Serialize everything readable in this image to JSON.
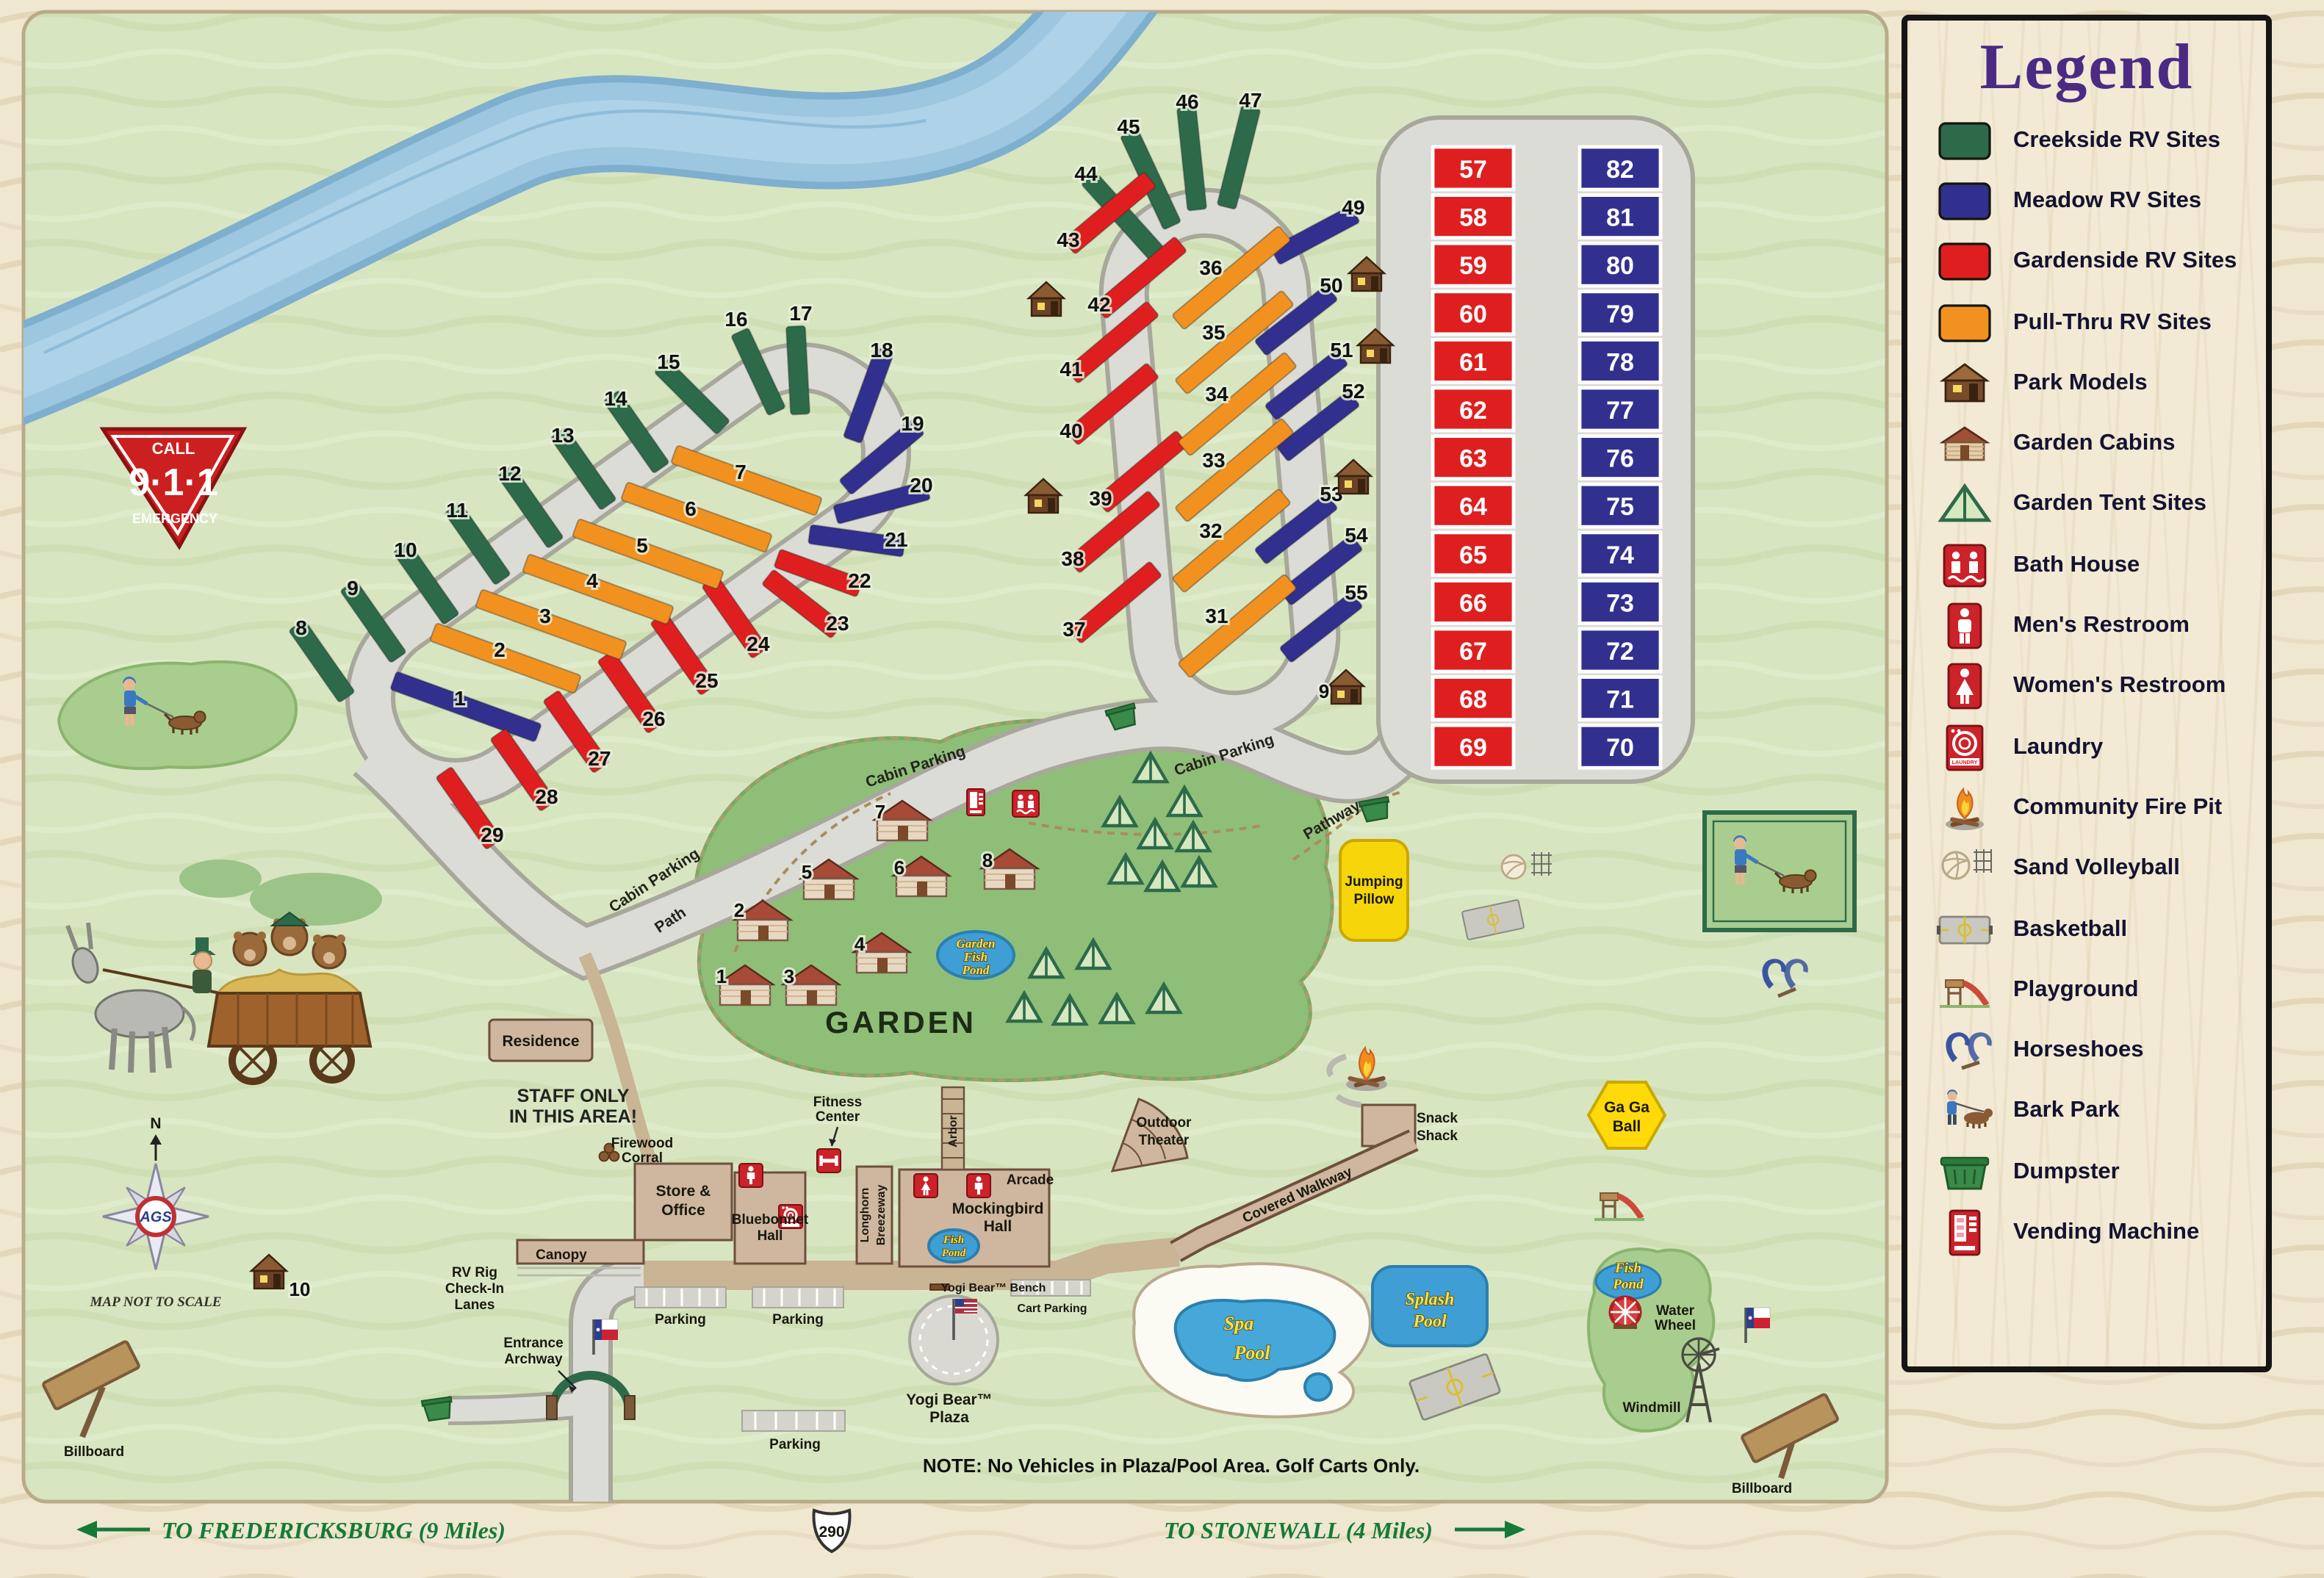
{
  "legend": {
    "title": "Legend",
    "items": [
      {
        "id": "creekside",
        "label": "Creekside RV Sites",
        "icon": "swatch",
        "color": "#2d6a4a"
      },
      {
        "id": "meadow",
        "label": "Meadow RV Sites",
        "icon": "swatch",
        "color": "#32308e"
      },
      {
        "id": "gardenside",
        "label": "Gardenside RV Sites",
        "icon": "swatch",
        "color": "#df1f1f"
      },
      {
        "id": "pullthru",
        "label": "Pull-Thru RV Sites",
        "icon": "swatch",
        "color": "#f09120"
      },
      {
        "id": "park-models",
        "label": "Park Models",
        "icon": "park-model"
      },
      {
        "id": "garden-cabins",
        "label": "Garden Cabins",
        "icon": "garden-cabin"
      },
      {
        "id": "garden-tents",
        "label": "Garden Tent Sites",
        "icon": "tent"
      },
      {
        "id": "bath-house",
        "label": "Bath House",
        "icon": "bath-house"
      },
      {
        "id": "mens-restroom",
        "label": "Men's Restroom",
        "icon": "mens"
      },
      {
        "id": "womens-restroom",
        "label": "Women's Restroom",
        "icon": "womens"
      },
      {
        "id": "laundry",
        "label": "Laundry",
        "icon": "laundry"
      },
      {
        "id": "fire-pit",
        "label": "Community Fire Pit",
        "icon": "fire"
      },
      {
        "id": "volleyball",
        "label": "Sand Volleyball",
        "icon": "volleyball"
      },
      {
        "id": "basketball",
        "label": "Basketball",
        "icon": "basketball"
      },
      {
        "id": "playground",
        "label": "Playground",
        "icon": "playground"
      },
      {
        "id": "horseshoes",
        "label": "Horseshoes",
        "icon": "horseshoes"
      },
      {
        "id": "bark-park",
        "label": "Bark Park",
        "icon": "bark-park"
      },
      {
        "id": "dumpster",
        "label": "Dumpster",
        "icon": "dumpster"
      },
      {
        "id": "vending",
        "label": "Vending Machine",
        "icon": "vending"
      }
    ]
  },
  "emergency": {
    "call": "CALL",
    "number": "9·1·1",
    "label": "EMERGENCY"
  },
  "ags": "AGS",
  "sites": {
    "creekside": [
      8,
      9,
      10,
      11,
      12,
      13,
      14,
      15,
      16,
      17,
      44,
      45,
      46,
      47
    ],
    "meadow": [
      1,
      18,
      19,
      20,
      21,
      49,
      50,
      51,
      52,
      53,
      54,
      55
    ],
    "meadow_column": [
      82,
      81,
      80,
      79,
      78,
      77,
      76,
      75,
      74,
      73,
      72,
      71,
      70
    ],
    "gardenside": [
      22,
      23,
      24,
      25,
      26,
      27,
      28,
      29,
      37,
      38,
      39,
      40,
      41,
      42,
      43
    ],
    "gardenside_column": [
      57,
      58,
      59,
      60,
      61,
      62,
      63,
      64,
      65,
      66,
      67,
      68,
      69
    ],
    "pull_thru": [
      2,
      3,
      4,
      5,
      6,
      7,
      31,
      32,
      33,
      34,
      35,
      36
    ]
  },
  "garden_cabin_numbers": [
    1,
    2,
    3,
    4,
    5,
    6,
    7,
    8
  ],
  "park_model_labels": [
    "9",
    "10"
  ],
  "map_labels": {
    "residence": "Residence",
    "staff_only": [
      "STAFF ONLY",
      "IN THIS AREA!"
    ],
    "firewood": [
      "Firewood",
      "Corral"
    ],
    "store": [
      "Store &",
      "Office"
    ],
    "bluebonnet": [
      "Bluebonnet",
      "Hall"
    ],
    "fitness": [
      "Fitness",
      "Center"
    ],
    "longhorn": [
      "Longhorn",
      "Breezeway"
    ],
    "arbor": "Arbor",
    "arcade": "Arcade",
    "mockingbird": [
      "Mockingbird",
      "Hall"
    ],
    "outdoor_theater": [
      "Outdoor",
      "Theater"
    ],
    "snack_shack": [
      "Snack",
      "Shack"
    ],
    "covered_walkway": "Covered Walkway",
    "jumping_pillow": [
      "Jumping",
      "Pillow"
    ],
    "gaga": [
      "Ga Ga",
      "Ball"
    ],
    "spa": [
      "Spa",
      "Pool"
    ],
    "splash": [
      "Splash",
      "Pool"
    ],
    "fish_pond": [
      "Fish",
      "Pond"
    ],
    "garden_fish_pond": [
      "Garden",
      "Fish",
      "Pond"
    ],
    "water_wheel": [
      "Water",
      "Wheel"
    ],
    "windmill": "Windmill",
    "canopy": "Canopy",
    "rv_rig": [
      "RV Rig",
      "Check-In",
      "Lanes"
    ],
    "entrance": [
      "Entrance",
      "Archway"
    ],
    "yogi_plaza": [
      "Yogi Bear™",
      "Plaza"
    ],
    "yogi_bench": "Yogi Bear™ Bench",
    "cart_parking": "Cart Parking",
    "parking": "Parking",
    "cabin_parking": "Cabin Parking",
    "path": "Path",
    "pathway": "Pathway",
    "garden": "GARDEN",
    "billboard": "Billboard",
    "not_to_scale": "MAP NOT TO SCALE",
    "north": "N",
    "note": "NOTE: No Vehicles in Plaza/Pool Area. Golf Carts Only.",
    "to_fredericksburg": "TO FREDERICKSBURG (9 Miles)",
    "to_stonewall": "TO STONEWALL (4 Miles)",
    "hwy": "290"
  }
}
